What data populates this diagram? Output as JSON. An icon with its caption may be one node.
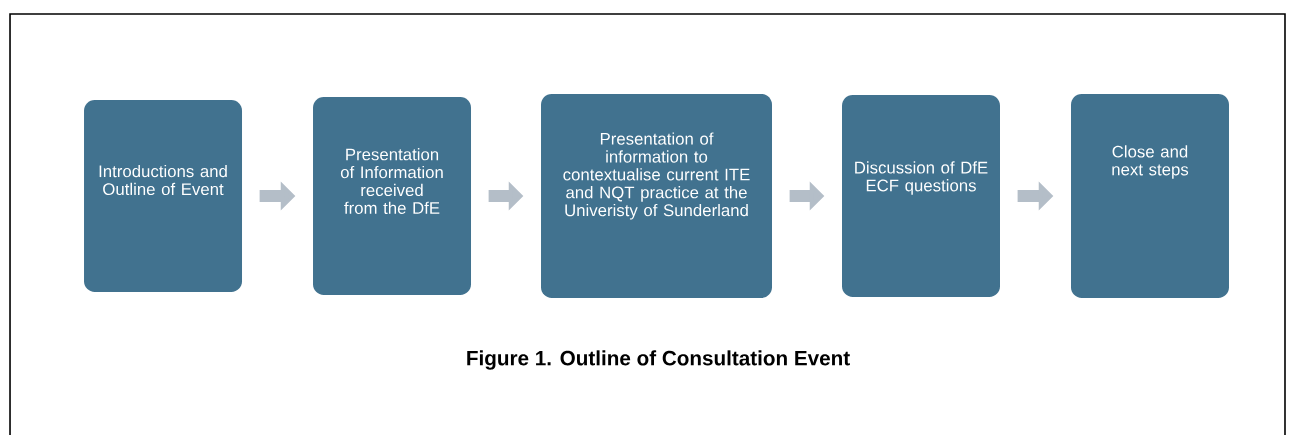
{
  "diagram": {
    "caption": "Figure 1. Outline of Consultation Event",
    "nodes": [
      {
        "text": [
          "Introductions and Outline of Event"
        ]
      },
      {
        "text": [
          "Presentation of Information received from the DfE"
        ]
      },
      {
        "text": [
          "Presentation of information to contextualise current ITE and NQT practice at the Univeristy of Sunderland"
        ]
      },
      {
        "text": [
          "Discussion of DfE ECF questions"
        ]
      },
      {
        "text": [
          "Close and next steps"
        ]
      }
    ],
    "edges": [
      {
        "from": 0,
        "to": 1,
        "arrow": "to"
      },
      {
        "from": 1,
        "to": 2,
        "arrow": "to"
      },
      {
        "from": 2,
        "to": 3,
        "arrow": "to"
      },
      {
        "from": 3,
        "to": 4,
        "arrow": "to"
      }
    ]
  }
}
